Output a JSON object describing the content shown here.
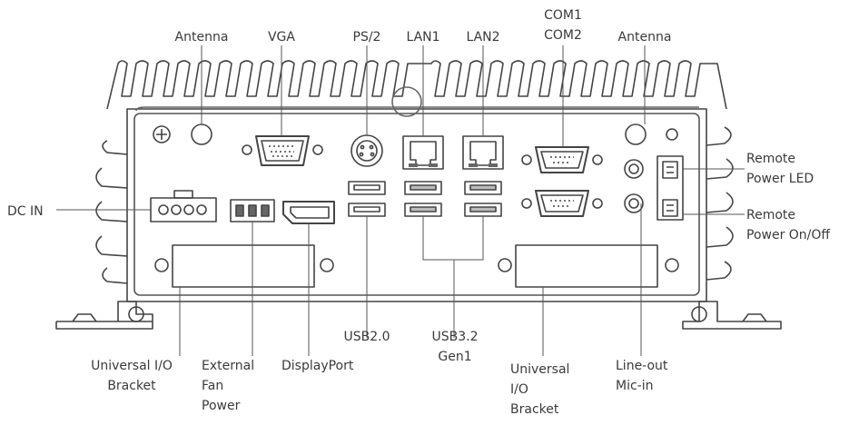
{
  "labels": {
    "antenna_left": "Antenna",
    "vga": "VGA",
    "ps2": "PS/2",
    "lan1": "LAN1",
    "lan2": "LAN2",
    "com1": "COM1",
    "com2": "COM2",
    "antenna_right": "Antenna",
    "remote_power_led": [
      "Remote",
      "Power LED"
    ],
    "dc_in": "DC IN",
    "remote_power_onoff": [
      "Remote",
      "Power On/Off"
    ],
    "usb20": "USB2.0",
    "usb32": [
      "USB3.2",
      "Gen1"
    ],
    "universal_io_left": [
      "Universal I/O",
      "Bracket"
    ],
    "external_fan_power": [
      "External",
      "Fan",
      "Power"
    ],
    "displayport": "DisplayPort",
    "universal_io_right": [
      "Universal",
      "I/O",
      "Bracket"
    ],
    "lineout_micin": [
      "Line-out",
      "Mic-in"
    ]
  }
}
